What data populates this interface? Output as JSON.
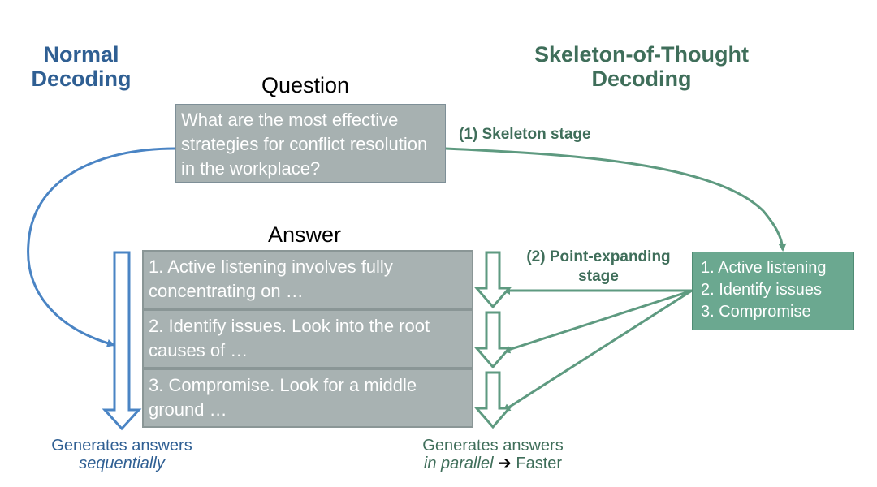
{
  "normal_title": [
    "Normal",
    "Decoding"
  ],
  "sot_title": [
    "Skeleton-of-Thought",
    "Decoding"
  ],
  "question_heading": "Question",
  "question_text": "What are the most effective strategies for conflict resolution in the workplace?",
  "answer_heading": "Answer",
  "answer_points": [
    "1. Active listening involves fully concentrating on …",
    "2. Identify issues. Look into the root causes of …",
    "3. Compromise. Look for a middle ground …"
  ],
  "skeleton_points": [
    "1. Active listening",
    "2. Identify issues",
    "3. Compromise"
  ],
  "stage1_label": "(1) Skeleton stage",
  "stage2_label": [
    "(2) Point-expanding",
    "stage"
  ],
  "normal_caption": {
    "line1": "Generates answers",
    "line2": "sequentially"
  },
  "sot_caption": {
    "line1": "Generates answers",
    "line2_em": "in parallel",
    "arrow": "➔",
    "line2_rest": "Faster"
  },
  "colors": {
    "blue": "#2f5f93",
    "blue_arrow": "#4a84c4",
    "green": "#3f6e5a",
    "green_arrow": "#5e9a80",
    "gray_box": "#a8b2b2",
    "skeleton_box": "#6ba890"
  }
}
